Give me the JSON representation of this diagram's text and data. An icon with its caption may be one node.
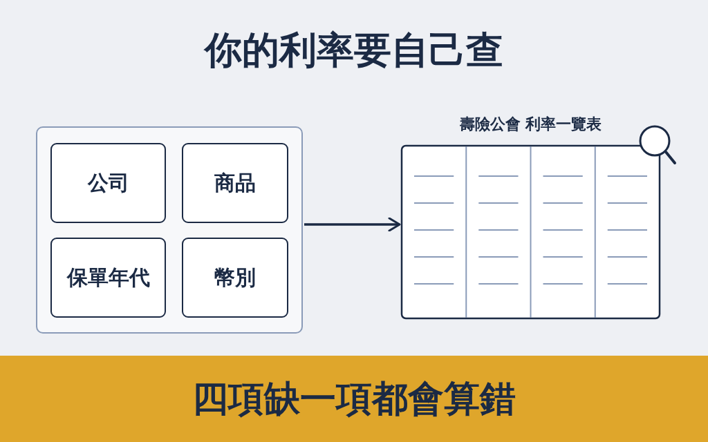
{
  "diagram": {
    "title": "你的利率要自己查",
    "nodes": [
      {
        "text": [],
        "shape": "box"
      },
      {
        "text": [
          "公司"
        ],
        "in": 0
      },
      {
        "text": [
          "商品"
        ],
        "in": 0
      },
      {
        "text": [
          "保單年代"
        ],
        "in": 0
      },
      {
        "text": [
          "幣別"
        ],
        "in": 0
      },
      {
        "text": [
          "壽險公會 利率一覽表"
        ]
      }
    ],
    "edges": [
      {
        "from": 0,
        "to": 5,
        "arrow": "to"
      }
    ],
    "labels": [
      "四項缺一項都會算錯"
    ]
  }
}
